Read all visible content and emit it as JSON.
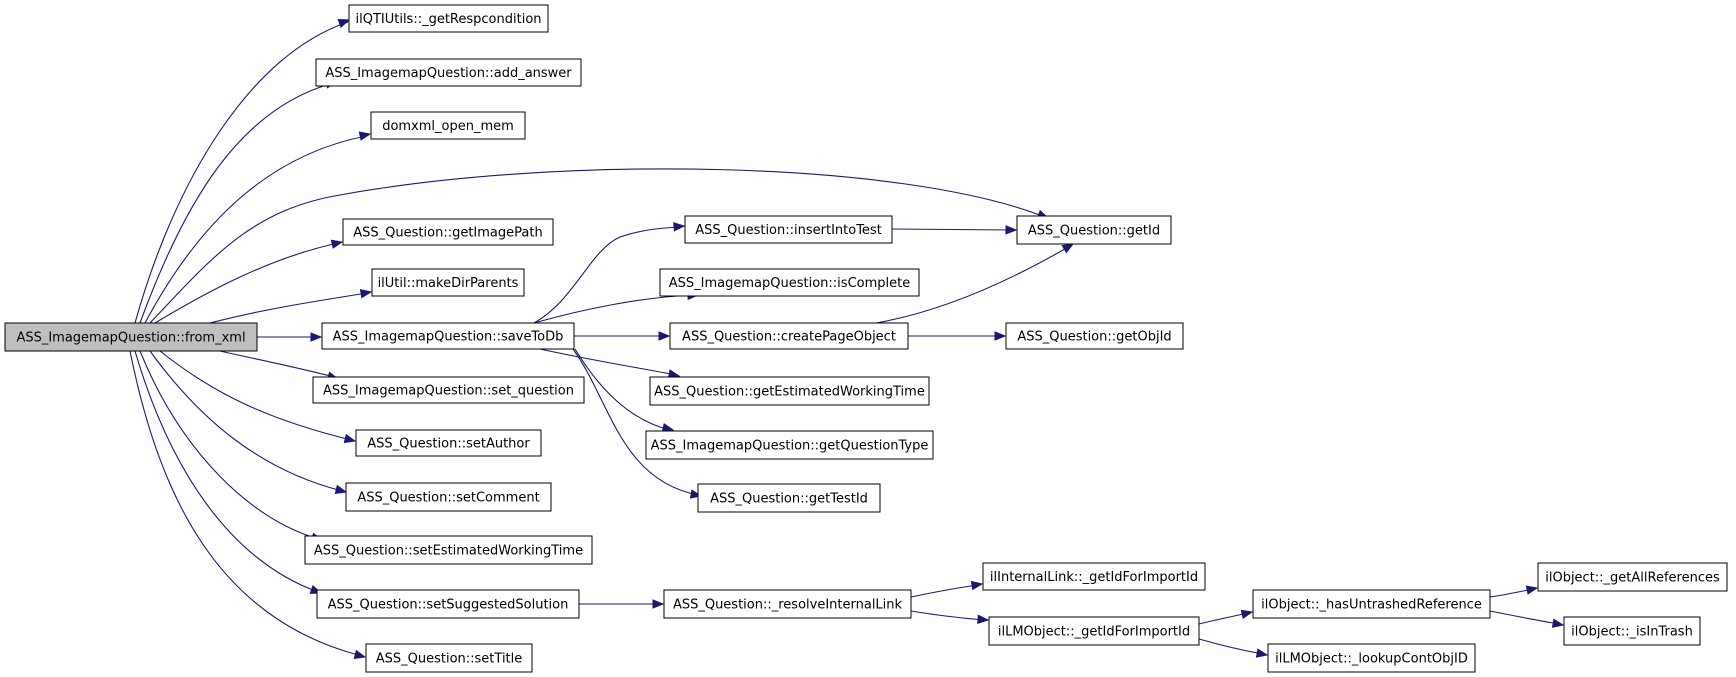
{
  "nodes": [
    {
      "id": "from_xml",
      "label": "ASS_ImagemapQuestion::from_xml",
      "root": true
    },
    {
      "id": "getRespcondition",
      "label": "ilQTIUtils::_getRespcondition"
    },
    {
      "id": "add_answer",
      "label": "ASS_ImagemapQuestion::add_answer"
    },
    {
      "id": "domxml_open_mem",
      "label": "domxml_open_mem"
    },
    {
      "id": "getImagePath",
      "label": "ASS_Question::getImagePath"
    },
    {
      "id": "makeDirParents",
      "label": "ilUtil::makeDirParents"
    },
    {
      "id": "saveToDb",
      "label": "ASS_ImagemapQuestion::saveToDb"
    },
    {
      "id": "set_question",
      "label": "ASS_ImagemapQuestion::set_question"
    },
    {
      "id": "setAuthor",
      "label": "ASS_Question::setAuthor"
    },
    {
      "id": "setComment",
      "label": "ASS_Question::setComment"
    },
    {
      "id": "setEstimatedWorkingTime",
      "label": "ASS_Question::setEstimatedWorkingTime"
    },
    {
      "id": "setSuggestedSolution",
      "label": "ASS_Question::setSuggestedSolution"
    },
    {
      "id": "setTitle",
      "label": "ASS_Question::setTitle"
    },
    {
      "id": "insertIntoTest",
      "label": "ASS_Question::insertIntoTest"
    },
    {
      "id": "isComplete",
      "label": "ASS_ImagemapQuestion::isComplete"
    },
    {
      "id": "createPageObject",
      "label": "ASS_Question::createPageObject"
    },
    {
      "id": "getEstimatedWorkingTime",
      "label": "ASS_Question::getEstimatedWorkingTime"
    },
    {
      "id": "getQuestionType",
      "label": "ASS_ImagemapQuestion::getQuestionType"
    },
    {
      "id": "getTestId",
      "label": "ASS_Question::getTestId"
    },
    {
      "id": "getId",
      "label": "ASS_Question::getId"
    },
    {
      "id": "getObjId",
      "label": "ASS_Question::getObjId"
    },
    {
      "id": "resolveInternalLink",
      "label": "ASS_Question::_resolveInternalLink"
    },
    {
      "id": "ilInternalLink_getIdForImportId",
      "label": "ilInternalLink::_getIdForImportId"
    },
    {
      "id": "ilLMObject_getIdForImportId",
      "label": "ilLMObject::_getIdForImportId"
    },
    {
      "id": "hasUntrashedReference",
      "label": "ilObject::_hasUntrashedReference"
    },
    {
      "id": "lookupContObjID",
      "label": "ilLMObject::_lookupContObjID"
    },
    {
      "id": "getAllReferences",
      "label": "ilObject::_getAllReferences"
    },
    {
      "id": "isInTrash",
      "label": "ilObject::_isInTrash"
    }
  ],
  "edges": [
    {
      "from": "from_xml",
      "to": "getRespcondition"
    },
    {
      "from": "from_xml",
      "to": "add_answer"
    },
    {
      "from": "from_xml",
      "to": "domxml_open_mem"
    },
    {
      "from": "from_xml",
      "to": "getId"
    },
    {
      "from": "from_xml",
      "to": "getImagePath"
    },
    {
      "from": "from_xml",
      "to": "makeDirParents"
    },
    {
      "from": "from_xml",
      "to": "saveToDb"
    },
    {
      "from": "from_xml",
      "to": "set_question"
    },
    {
      "from": "from_xml",
      "to": "setAuthor"
    },
    {
      "from": "from_xml",
      "to": "setComment"
    },
    {
      "from": "from_xml",
      "to": "setEstimatedWorkingTime"
    },
    {
      "from": "from_xml",
      "to": "setSuggestedSolution"
    },
    {
      "from": "from_xml",
      "to": "setTitle"
    },
    {
      "from": "saveToDb",
      "to": "insertIntoTest"
    },
    {
      "from": "saveToDb",
      "to": "isComplete"
    },
    {
      "from": "saveToDb",
      "to": "createPageObject"
    },
    {
      "from": "saveToDb",
      "to": "getEstimatedWorkingTime"
    },
    {
      "from": "saveToDb",
      "to": "getQuestionType"
    },
    {
      "from": "saveToDb",
      "to": "getTestId"
    },
    {
      "from": "insertIntoTest",
      "to": "getId"
    },
    {
      "from": "createPageObject",
      "to": "getId"
    },
    {
      "from": "createPageObject",
      "to": "getObjId"
    },
    {
      "from": "setSuggestedSolution",
      "to": "resolveInternalLink"
    },
    {
      "from": "resolveInternalLink",
      "to": "ilInternalLink_getIdForImportId"
    },
    {
      "from": "resolveInternalLink",
      "to": "ilLMObject_getIdForImportId"
    },
    {
      "from": "ilLMObject_getIdForImportId",
      "to": "hasUntrashedReference"
    },
    {
      "from": "ilLMObject_getIdForImportId",
      "to": "lookupContObjID"
    },
    {
      "from": "hasUntrashedReference",
      "to": "getAllReferences"
    },
    {
      "from": "hasUntrashedReference",
      "to": "isInTrash"
    }
  ]
}
